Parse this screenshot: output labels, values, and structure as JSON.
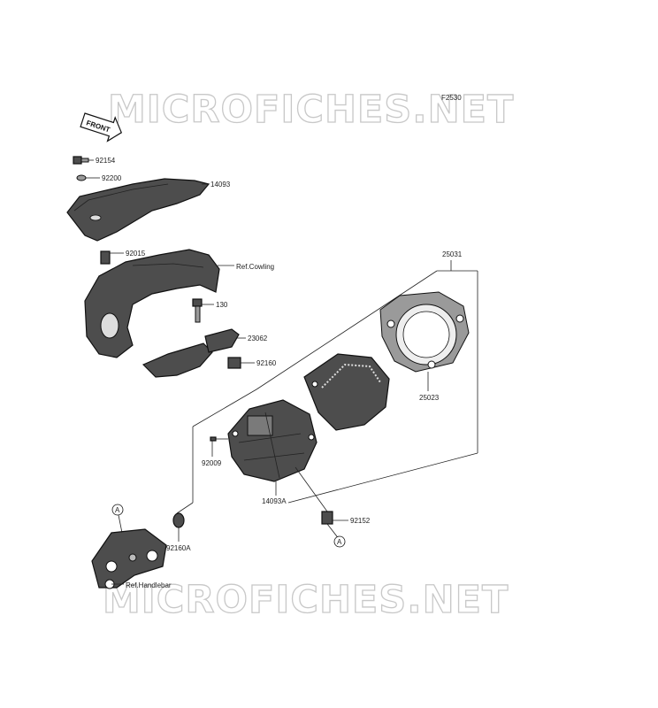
{
  "watermark": "MICROFICHES.NET",
  "diagram_code": "F2530",
  "front_label": "FRONT",
  "reference_marker": "A",
  "labels": {
    "p92154": "92154",
    "p92200": "92200",
    "p14093": "14093",
    "p92015": "92015",
    "ref_cowling": "Ref.Cowling",
    "p130": "130",
    "p23062": "23062",
    "p92160": "92160",
    "p25031": "25031",
    "p25023": "25023",
    "p92009": "92009",
    "p14093A": "14093A",
    "p92152": "92152",
    "p92160A": "92160A",
    "ref_handlebar": "Ref.Handlebar"
  }
}
